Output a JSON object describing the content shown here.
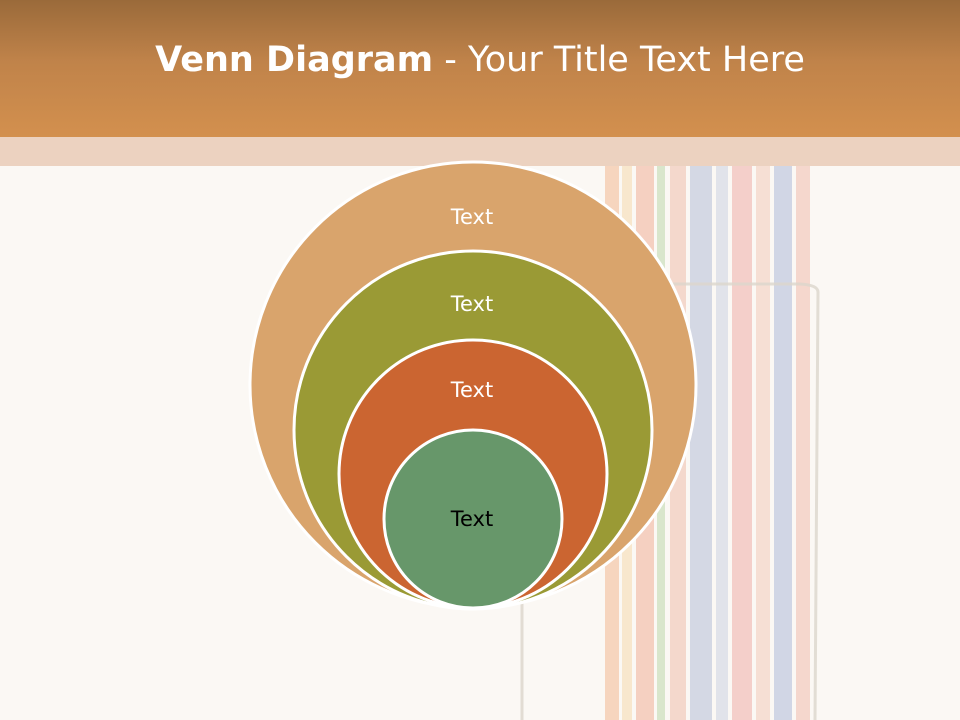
{
  "slide": {
    "title_bold": "Venn Diagram",
    "title_rest": " - Your Title Text Here"
  },
  "diagram": {
    "type": "nested-circles",
    "circles": [
      {
        "label": "Text",
        "fill": "#d9a46c"
      },
      {
        "label": "Text",
        "fill": "#9a9a35"
      },
      {
        "label": "Text",
        "fill": "#cb6531"
      },
      {
        "label": "Text",
        "fill": "#67976a"
      }
    ]
  },
  "colors": {
    "header": "#c0834a",
    "background": "#fbf8f4",
    "circle_border": "#ffffff"
  }
}
